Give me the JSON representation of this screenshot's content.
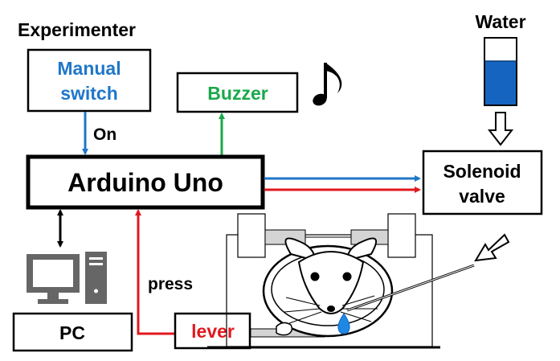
{
  "labels": {
    "experimenter": "Experimenter",
    "manual_switch_line1": "Manual",
    "manual_switch_line2": "switch",
    "on": "On",
    "buzzer": "Buzzer",
    "arduino": "Arduino Uno",
    "water": "Water",
    "solenoid_line1": "Solenoid",
    "solenoid_line2": "valve",
    "press": "press",
    "pc": "PC",
    "lever": "lever"
  },
  "colors": {
    "blue": "#1f77c8",
    "green": "#1aa84a",
    "red": "#e0191f",
    "black": "#000000",
    "water": "#1565c0",
    "frame_gray": "#d4d4d4",
    "monitor_gray": "#666666"
  },
  "icons": {
    "music_note": "music-note-icon",
    "water_tube": "water-tube-icon",
    "pc": "computer-icon",
    "water_drop": "water-drop-icon",
    "nozzle_arrow": "hollow-arrow-icon"
  }
}
